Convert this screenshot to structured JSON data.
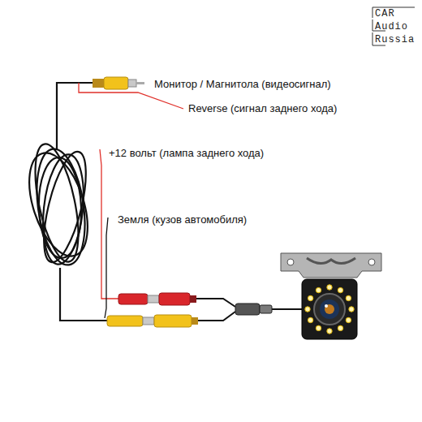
{
  "diagram": {
    "labels": [
      "Монитор / Магнитола (видеосигнал)",
      "Reverse (сигнал заднего хода)",
      "+12 вольт (лампа заднего хода)",
      "Земля (кузов автомобиля)",
      "CAR",
      "Audio",
      "Russia"
    ]
  }
}
